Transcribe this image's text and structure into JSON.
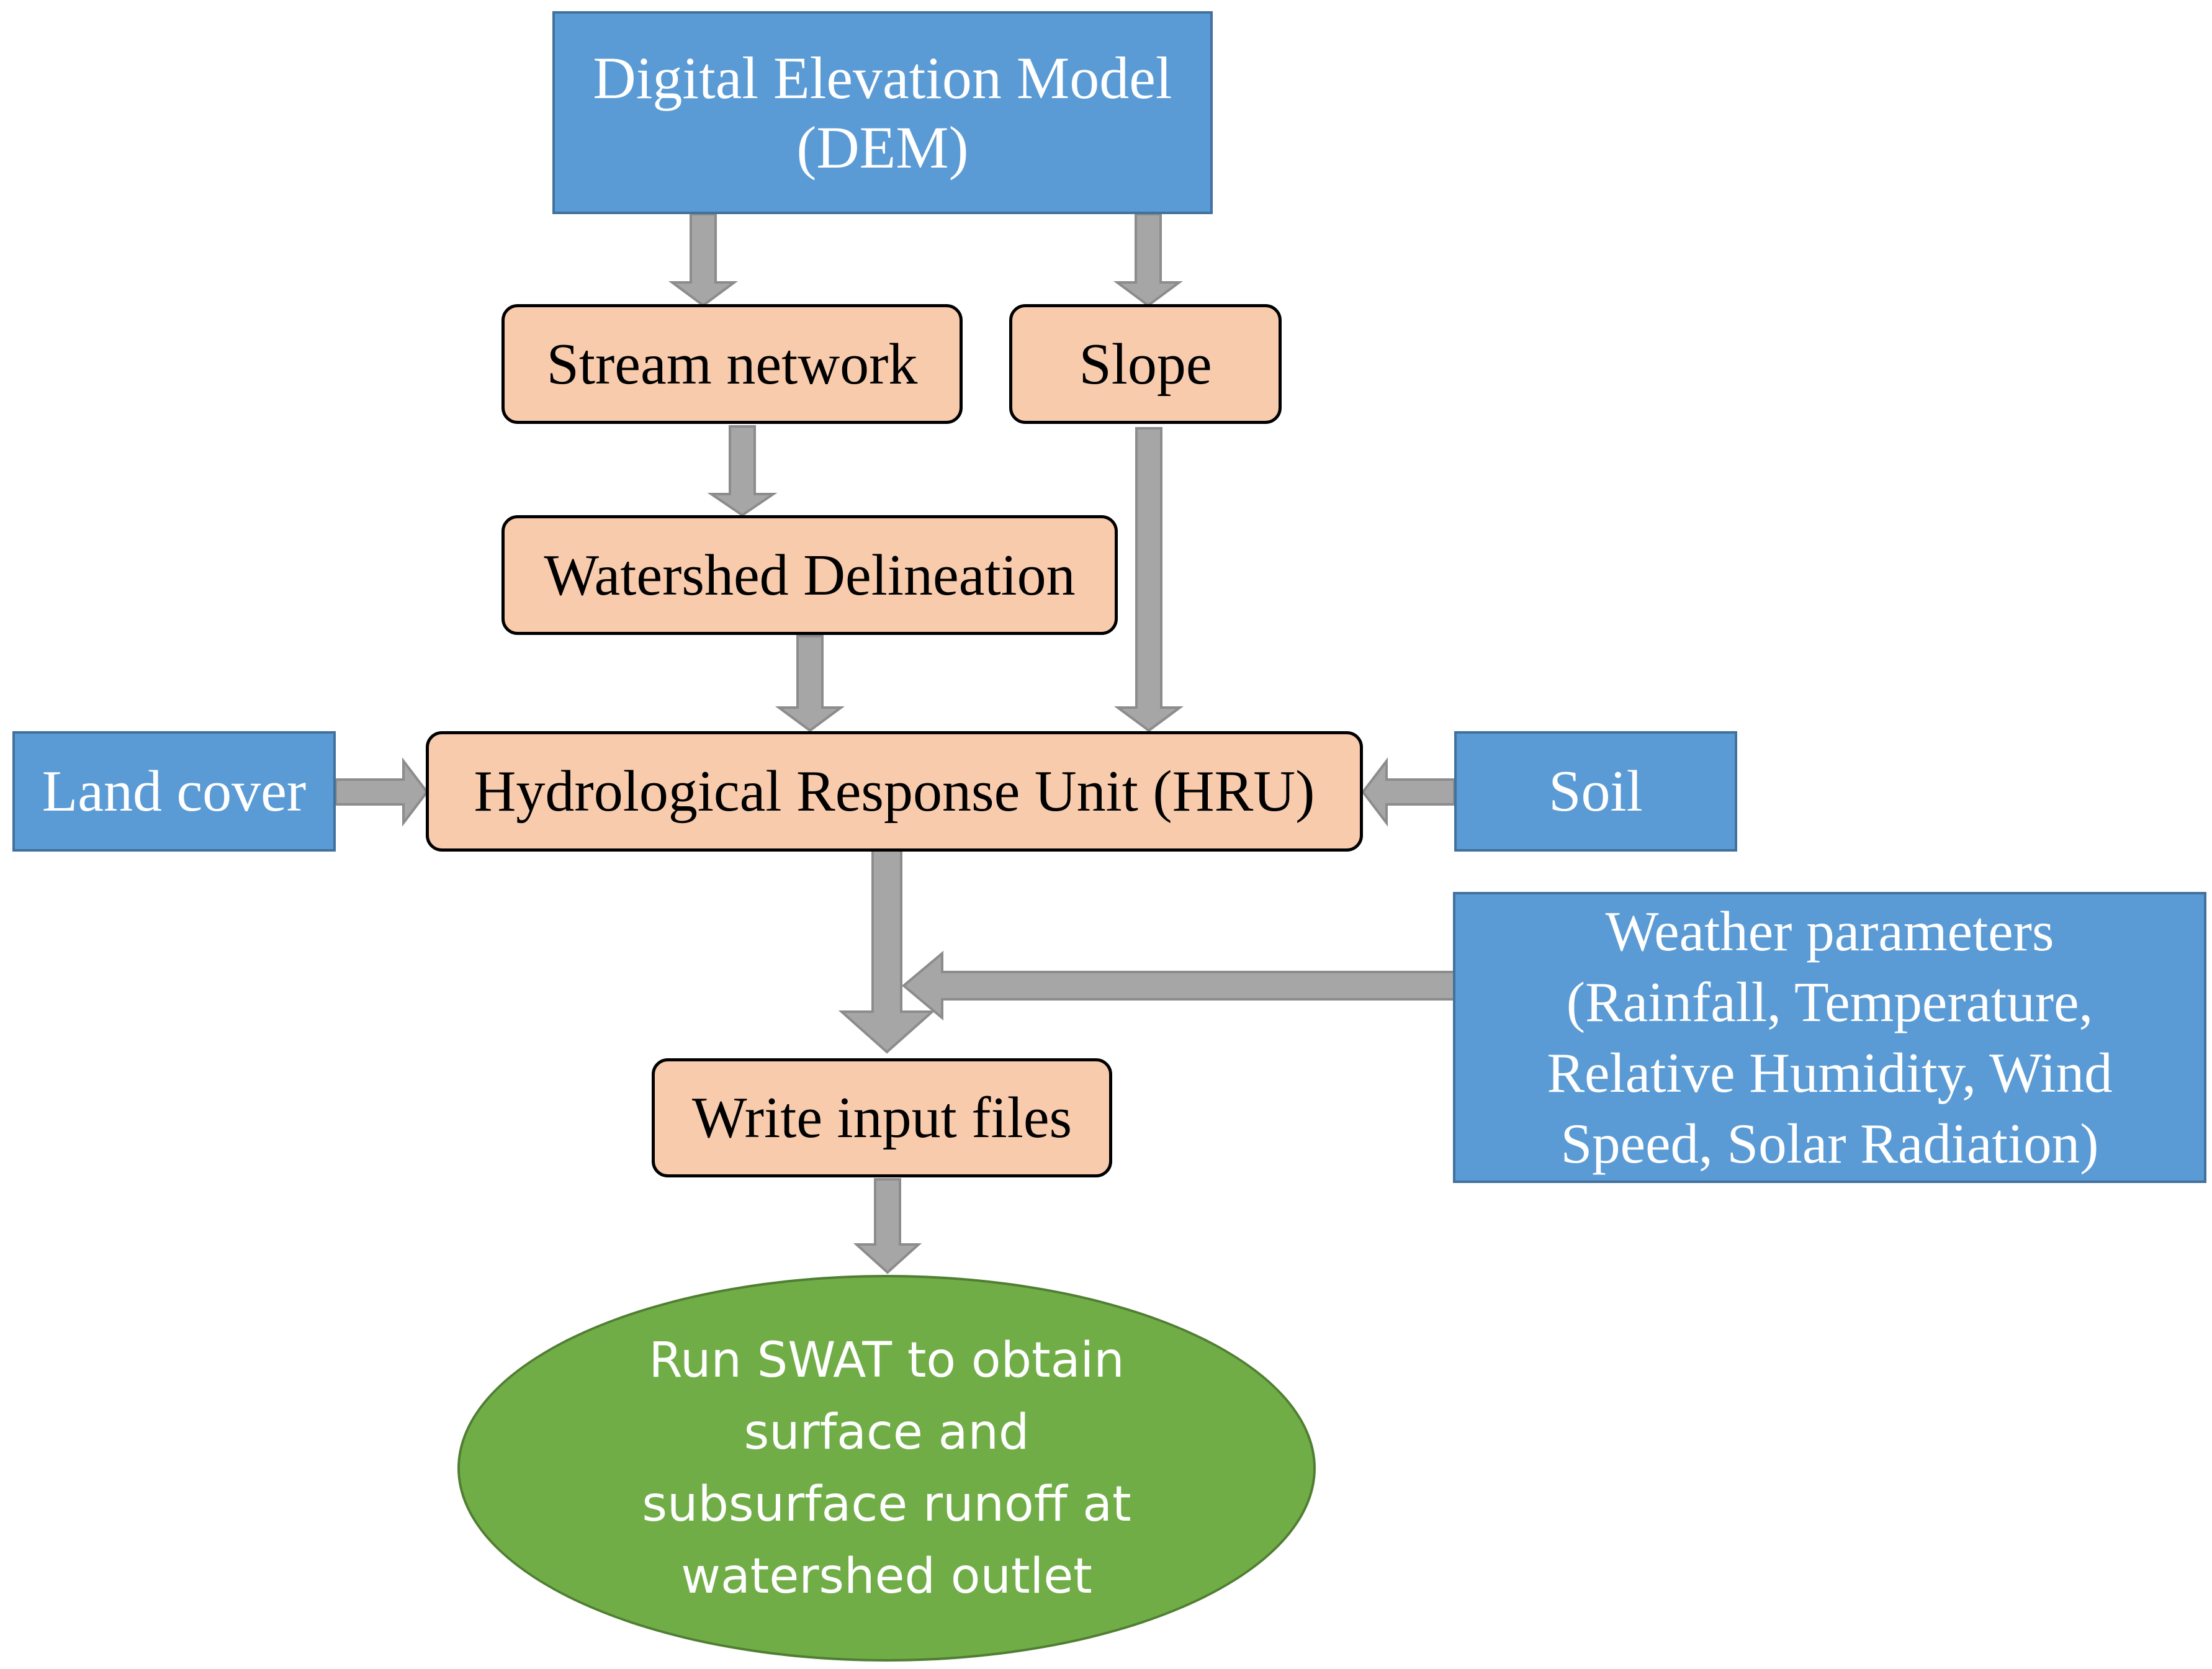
{
  "diagram": {
    "nodes": {
      "dem": {
        "lines": [
          "Digital Elevation Model",
          "(DEM)"
        ]
      },
      "stream": {
        "label": "Stream network"
      },
      "slope": {
        "label": "Slope"
      },
      "watershed": {
        "label": "Watershed Delineation"
      },
      "landcover": {
        "label": "Land cover"
      },
      "hru": {
        "label": "Hydrological Response Unit (HRU)"
      },
      "soil": {
        "label": "Soil"
      },
      "weather": {
        "lines": [
          "Weather parameters",
          "(Rainfall, Temperature,",
          "Relative Humidity, Wind",
          "Speed, Solar Radiation)"
        ]
      },
      "write": {
        "label": "Write input files"
      },
      "run": {
        "lines": [
          "Run SWAT to obtain",
          "surface and",
          "subsurface runoff at",
          "watershed outlet"
        ]
      }
    },
    "edges": [
      {
        "from": "dem",
        "to": "stream"
      },
      {
        "from": "dem",
        "to": "slope"
      },
      {
        "from": "stream",
        "to": "watershed"
      },
      {
        "from": "watershed",
        "to": "hru"
      },
      {
        "from": "slope",
        "to": "hru"
      },
      {
        "from": "landcover",
        "to": "hru"
      },
      {
        "from": "soil",
        "to": "hru"
      },
      {
        "from": "hru",
        "to": "write"
      },
      {
        "from": "weather",
        "to": "write"
      },
      {
        "from": "write",
        "to": "run"
      }
    ],
    "colors": {
      "input_fill": "#5b9bd5",
      "process_fill": "#f8cbad",
      "output_fill": "#70ad47",
      "arrow": "#a6a6a6"
    }
  }
}
